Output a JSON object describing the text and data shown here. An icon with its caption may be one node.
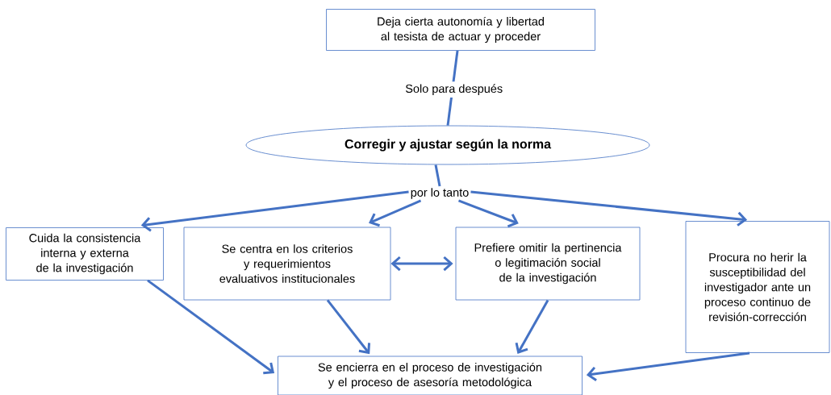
{
  "diagram": {
    "nodes": [
      {
        "text": [
          "Deja cierta autonomía y libertad al tesista de actuar y proceder"
        ]
      },
      {
        "text": [
          "Corregir y ajustar según la norma"
        ]
      },
      {
        "text": [
          "por lo tanto"
        ]
      },
      {
        "text": [
          "Cuida la consistencia interna y externa de la investigación"
        ]
      },
      {
        "text": [
          "Se centra en los criterios y requerimientos evaluativos institucionales"
        ]
      },
      {
        "text": [
          "Prefiere omitir la pertinencia o legitimación social de la investigación"
        ]
      },
      {
        "text": [
          "Procura no herir la susceptibilidad del investigador ante un proceso continuo de revisión-corrección"
        ]
      },
      {
        "text": [
          "Se encierra en el proceso de investigación y el proceso de asesoría metodológica"
        ]
      }
    ],
    "edges": [
      {
        "from": 0,
        "to": 1,
        "arrow": "none",
        "label": "Solo para después"
      },
      {
        "from": 1,
        "to": 2,
        "arrow": "none"
      },
      {
        "from": 2,
        "to": 3,
        "arrow": "to"
      },
      {
        "from": 2,
        "to": 4,
        "arrow": "to"
      },
      {
        "from": 2,
        "to": 5,
        "arrow": "to"
      },
      {
        "from": 2,
        "to": 6,
        "arrow": "to"
      },
      {
        "from": 4,
        "to": 5,
        "arrow": "both"
      },
      {
        "from": 3,
        "to": 7,
        "arrow": "to"
      },
      {
        "from": 4,
        "to": 7,
        "arrow": "to"
      },
      {
        "from": 5,
        "to": 7,
        "arrow": "to"
      },
      {
        "from": 6,
        "to": 7,
        "arrow": "to"
      }
    ]
  }
}
